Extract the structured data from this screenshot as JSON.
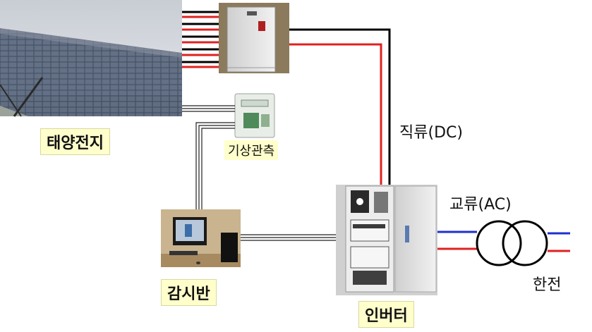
{
  "labels": {
    "solar": "태양전지",
    "weather": "기상관측",
    "monitor": "감시반",
    "inverter": "인버터",
    "dc": "직류(DC)",
    "ac": "교류(AC)",
    "grid": "한전"
  },
  "colors": {
    "dc_positive": "#e02020",
    "dc_negative": "#000000",
    "ac_line_1": "#1f2fd0",
    "ac_line_2": "#e02020",
    "label_bg": "#ffffcc"
  },
  "icons": [
    "solar-panel-photo",
    "junction-box-photo",
    "weather-station-photo",
    "monitoring-pc-photo",
    "inverter-cabinet-photo",
    "transformer-symbol"
  ]
}
